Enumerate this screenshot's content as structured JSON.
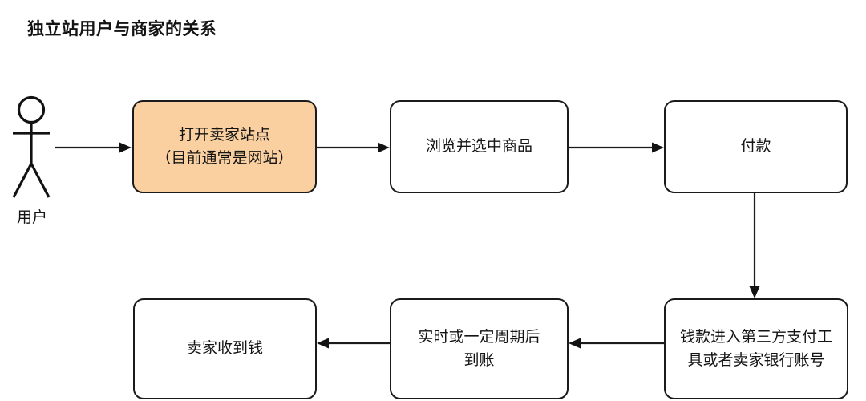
{
  "title": "独立站用户与商家的关系",
  "actor": {
    "name": "user-actor",
    "label": "用户"
  },
  "nodes": [
    {
      "id": "open-seller-site",
      "label": "打开卖家站点\n（目前通常是网站）",
      "fill": "#fad0a0",
      "highlighted": true
    },
    {
      "id": "browse-select-product",
      "label": "浏览并选中商品",
      "fill": "#ffffff",
      "highlighted": false
    },
    {
      "id": "payment",
      "label": "付款",
      "fill": "#ffffff",
      "highlighted": false
    },
    {
      "id": "funds-to-third-party",
      "label": "钱款进入第三方支付工\n具或者卖家银行账号",
      "fill": "#ffffff",
      "highlighted": false
    },
    {
      "id": "realtime-or-cycle-arrival",
      "label": "实时或一定周期后\n到账",
      "fill": "#ffffff",
      "highlighted": false
    },
    {
      "id": "seller-receives-money",
      "label": "卖家收到钱",
      "fill": "#ffffff",
      "highlighted": false
    }
  ],
  "edges": [
    {
      "id": "edge-actor-to-open-site",
      "from": "user-actor",
      "to": "open-seller-site",
      "direction": "right"
    },
    {
      "id": "edge-open-site-to-browse",
      "from": "open-seller-site",
      "to": "browse-select-product",
      "direction": "right"
    },
    {
      "id": "edge-browse-to-payment",
      "from": "browse-select-product",
      "to": "payment",
      "direction": "right"
    },
    {
      "id": "edge-payment-to-funds",
      "from": "payment",
      "to": "funds-to-third-party",
      "direction": "down"
    },
    {
      "id": "edge-funds-to-arrival",
      "from": "funds-to-third-party",
      "to": "realtime-or-cycle-arrival",
      "direction": "left"
    },
    {
      "id": "edge-arrival-to-seller",
      "from": "realtime-or-cycle-arrival",
      "to": "seller-receives-money",
      "direction": "left"
    }
  ],
  "colors": {
    "background": "#ffffff",
    "stroke": "#1b1b1b",
    "accent": "#fad0a0",
    "text": "#141414"
  }
}
